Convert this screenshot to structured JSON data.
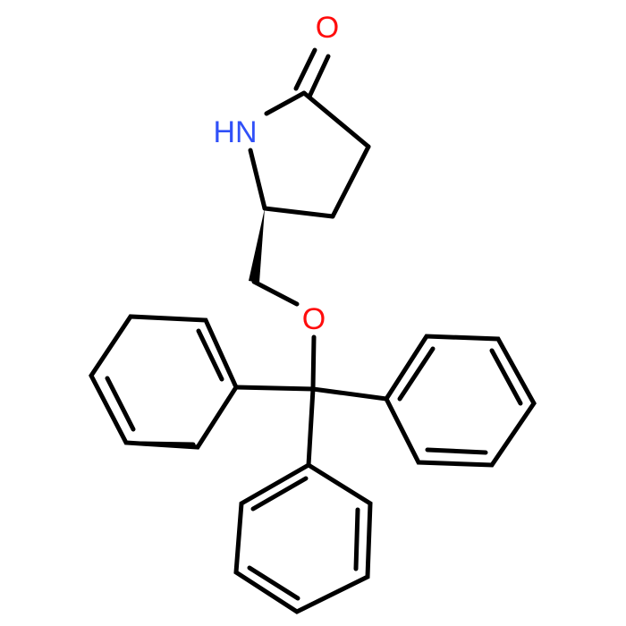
{
  "structure": {
    "atoms": [
      {
        "id": "O1",
        "label": "O",
        "color": "#ff0d0d"
      },
      {
        "id": "N1",
        "label": "HN",
        "color": "#3050f8"
      },
      {
        "id": "O2",
        "label": "O",
        "color": "#ff0d0d"
      }
    ]
  }
}
